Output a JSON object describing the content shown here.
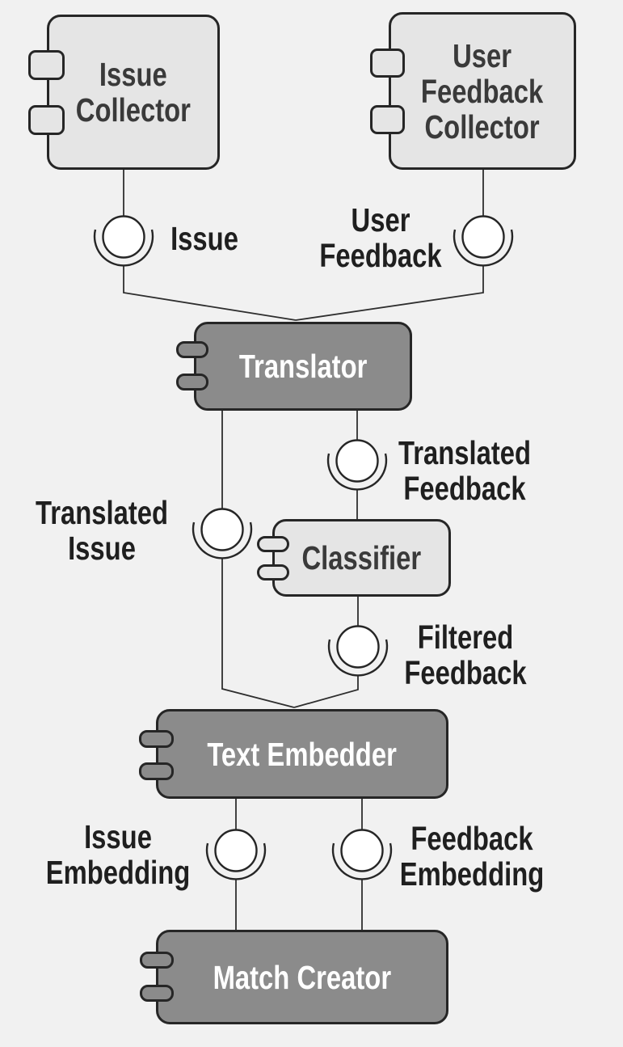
{
  "colors": {
    "background": "#f1f1f1",
    "component_light_fill": "#e5e5e5",
    "component_dark_fill": "#8b8b8b",
    "border": "#262626",
    "connector": "#2e2e2e",
    "interface_ball_fill": "#ffffff",
    "light_component_text": "#3a3a3a",
    "dark_component_text": "#ffffff",
    "interface_label_text": "#1f1f1f"
  },
  "diagram": {
    "type": "uml-component-diagram",
    "components": [
      {
        "id": "issue-collector",
        "label": "Issue\nCollector",
        "variant": "light"
      },
      {
        "id": "user-feedback-collector",
        "label": "User\nFeedback\nCollector",
        "variant": "light"
      },
      {
        "id": "translator",
        "label": "Translator",
        "variant": "dark"
      },
      {
        "id": "classifier",
        "label": "Classifier",
        "variant": "light"
      },
      {
        "id": "text-embedder",
        "label": "Text Embedder",
        "variant": "dark"
      },
      {
        "id": "match-creator",
        "label": "Match Creator",
        "variant": "dark"
      }
    ],
    "interfaces": [
      {
        "id": "issue",
        "label": "Issue",
        "label_side": "right"
      },
      {
        "id": "user-feedback",
        "label": "User\nFeedback",
        "label_side": "left"
      },
      {
        "id": "translated-issue",
        "label": "Translated\nIssue",
        "label_side": "left"
      },
      {
        "id": "translated-feedback",
        "label": "Translated\nFeedback",
        "label_side": "right"
      },
      {
        "id": "filtered-feedback",
        "label": "Filtered\nFeedback",
        "label_side": "right"
      },
      {
        "id": "issue-embedding",
        "label": "Issue\nEmbedding",
        "label_side": "left"
      },
      {
        "id": "feedback-embedding",
        "label": "Feedback\nEmbedding",
        "label_side": "right"
      }
    ],
    "connections": [
      {
        "from": "issue-collector",
        "via": "issue",
        "to": "translator"
      },
      {
        "from": "user-feedback-collector",
        "via": "user-feedback",
        "to": "translator"
      },
      {
        "from": "translator",
        "via": "translated-issue",
        "to": "text-embedder"
      },
      {
        "from": "translator",
        "via": "translated-feedback",
        "to": "classifier"
      },
      {
        "from": "classifier",
        "via": "filtered-feedback",
        "to": "text-embedder"
      },
      {
        "from": "text-embedder",
        "via": "issue-embedding",
        "to": "match-creator"
      },
      {
        "from": "text-embedder",
        "via": "feedback-embedding",
        "to": "match-creator"
      }
    ]
  }
}
